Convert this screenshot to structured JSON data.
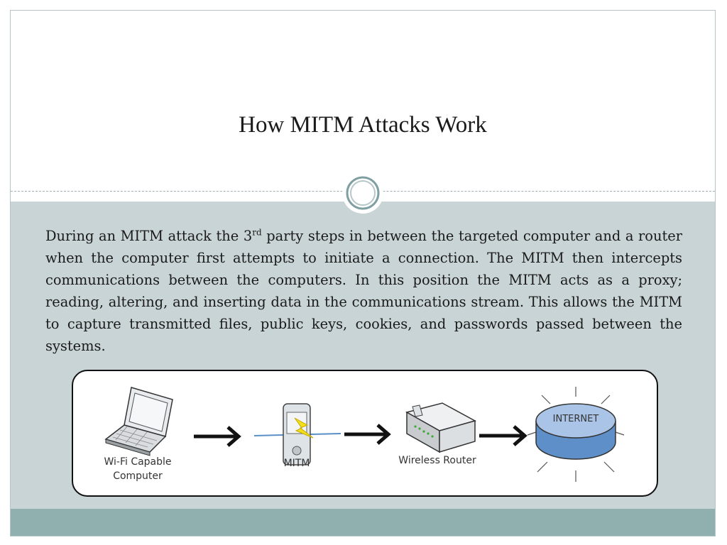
{
  "slide": {
    "title": "How MITM Attacks Work",
    "body_before_sup": "During an MITM attack the 3",
    "body_sup": "rd",
    "body_after_sup": " party steps in between the targeted computer and a router when the computer first attempts to initiate a connection. The MITM then intercepts communications between the computers. In this position the MITM acts as a proxy; reading, altering, and inserting data in the communications stream. This allows the MITM to capture transmitted files, public keys, cookies, and passwords passed between the systems."
  },
  "diagram": {
    "computer_label_line1": "Wi-Fi Capable",
    "computer_label_line2": "Computer",
    "mitm_label": "MITM",
    "router_label": "Wireless Router",
    "internet_label": "INTERNET"
  },
  "colors": {
    "body_background": "#c9d4d6",
    "footer_band": "#8fb0ae",
    "ornament_ring": "#7f9fa3"
  }
}
